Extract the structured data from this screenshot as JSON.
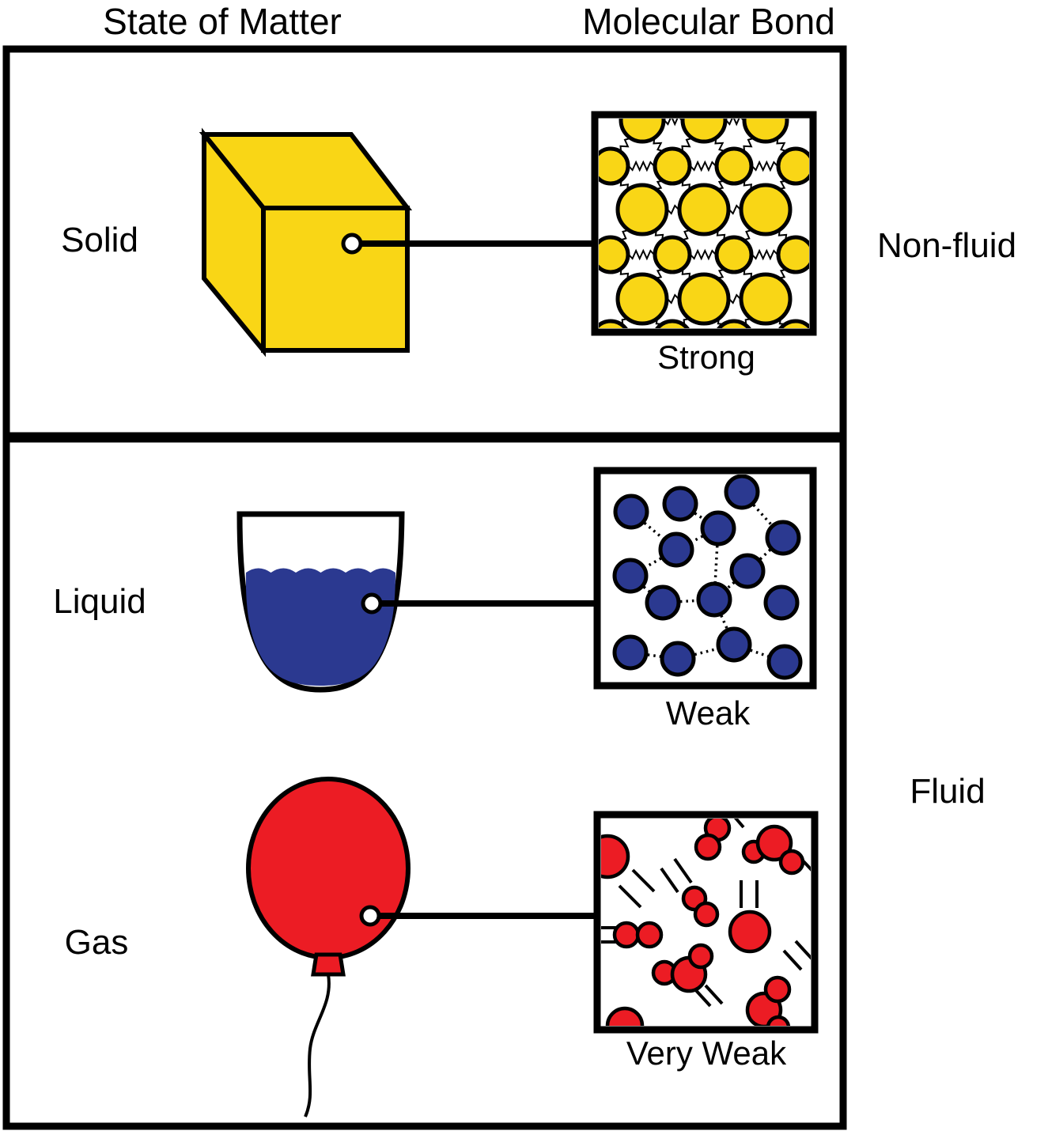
{
  "headers": {
    "state_of_matter": "State of Matter",
    "molecular_bond": "Molecular Bond"
  },
  "rows": [
    {
      "state": "Solid",
      "bond_strength": "Strong"
    },
    {
      "state": "Liquid",
      "bond_strength": "Weak"
    },
    {
      "state": "Gas",
      "bond_strength": "Very Weak"
    }
  ],
  "categories": {
    "non_fluid": "Non-fluid",
    "fluid": "Fluid"
  },
  "colors": {
    "solid_yellow": "#F9D616",
    "liquid_blue": "#2B3990",
    "gas_red": "#EC1C24",
    "outline_black": "#000000",
    "background_white": "#FFFFFF"
  }
}
